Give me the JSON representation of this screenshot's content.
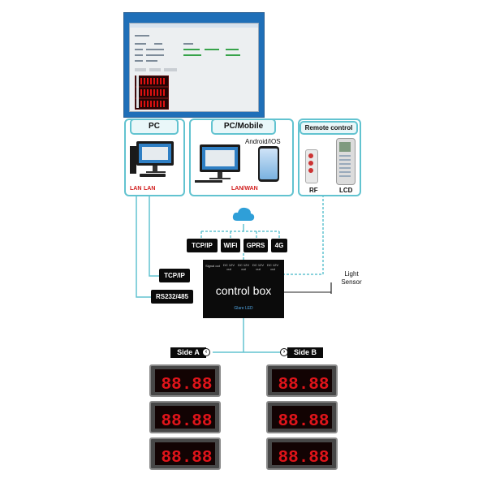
{
  "panels": {
    "pc": {
      "title": "PC",
      "lan_left": "LAN",
      "lan_right": "LAN"
    },
    "pc_mobile": {
      "title": "PC/Mobile",
      "os_label": "Android/IOS",
      "lan_wan": "LAN/WAN"
    },
    "remote": {
      "title": "Remote control",
      "rf": "RF",
      "lcd": "LCD"
    }
  },
  "network": {
    "tcp_ip": "TCP/IP",
    "wifi": "WIFI",
    "gprs": "GPRS",
    "g4": "4G"
  },
  "control": {
    "tcp_ip": "TCP/IP",
    "rs232": "RS232/485",
    "box_label": "control box",
    "brand": "Glare LED",
    "ports": [
      "Signal out",
      "DC 12V out",
      "DC 12V out",
      "DC 12V out",
      "DC 12V out"
    ],
    "light_sensor": "Light Sensor"
  },
  "sides": {
    "a": "Side A",
    "b": "Side B"
  },
  "display_text": "88.88",
  "colors": {
    "panel_border": "#62c3d0",
    "line": "#62c3d0",
    "led": "#e0141a",
    "tag_bg": "#0a0a0a",
    "label_red": "#d11c1c"
  }
}
